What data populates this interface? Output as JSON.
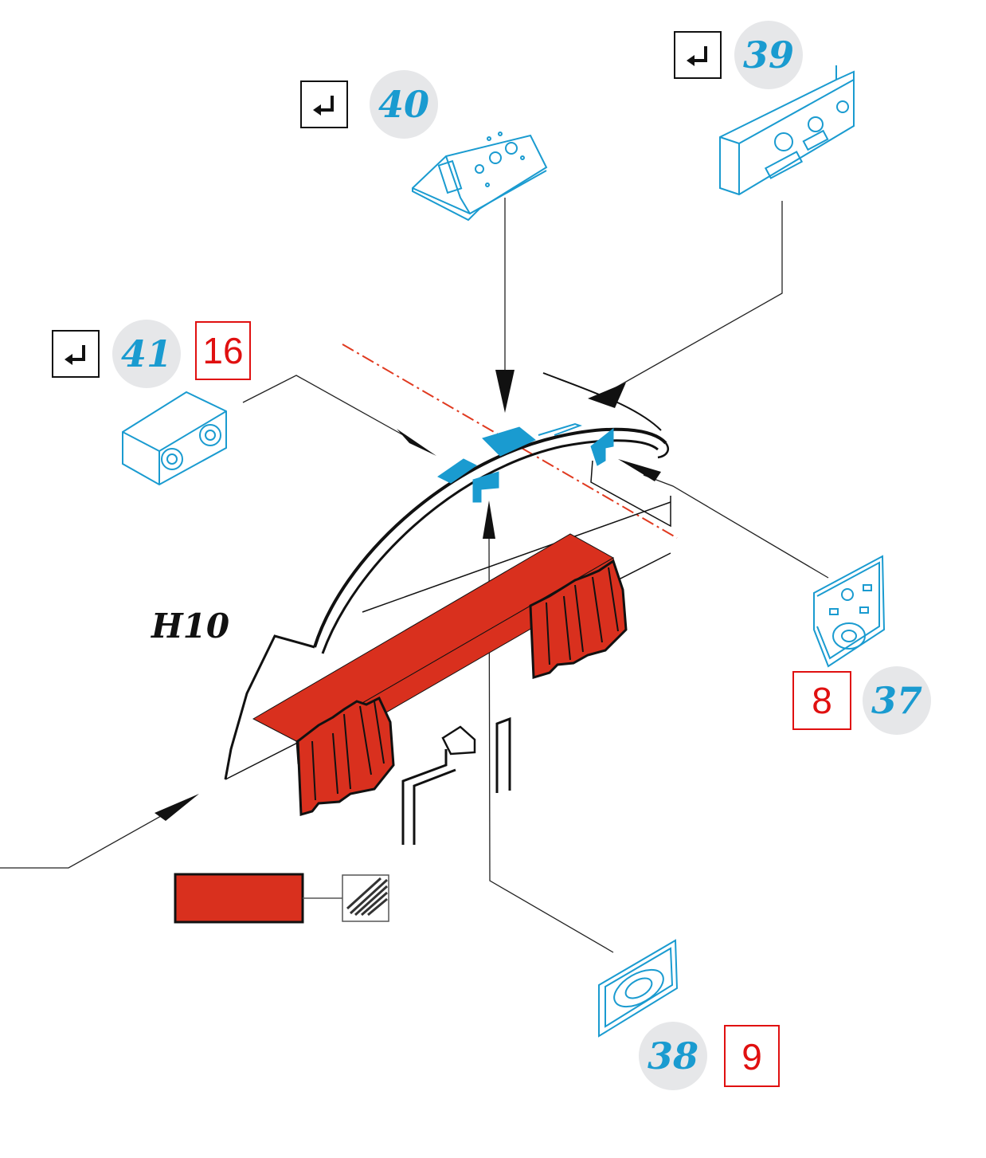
{
  "assembly_label": "H10",
  "callouts": [
    {
      "id": "c39",
      "part_number": "39",
      "step_number": "",
      "has_fold_icon": true
    },
    {
      "id": "c40",
      "part_number": "40",
      "step_number": "",
      "has_fold_icon": true
    },
    {
      "id": "c41",
      "part_number": "41",
      "step_number": "16",
      "has_fold_icon": true
    },
    {
      "id": "c37",
      "part_number": "37",
      "step_number": "8",
      "has_fold_icon": false
    },
    {
      "id": "c38",
      "part_number": "38",
      "step_number": "9",
      "has_fold_icon": false
    }
  ],
  "colors": {
    "photo_etch_blue": "#1a9bd0",
    "paint_red": "#d9301e",
    "step_red": "#e01010",
    "centerline_red": "#e03a20",
    "badge_gray": "#e6e7e9",
    "ink": "#111111"
  },
  "icons": {
    "fold": "fold-arrow-icon",
    "paint_legend": "paint-swatch-icon",
    "texture": "hatched-texture-icon"
  }
}
